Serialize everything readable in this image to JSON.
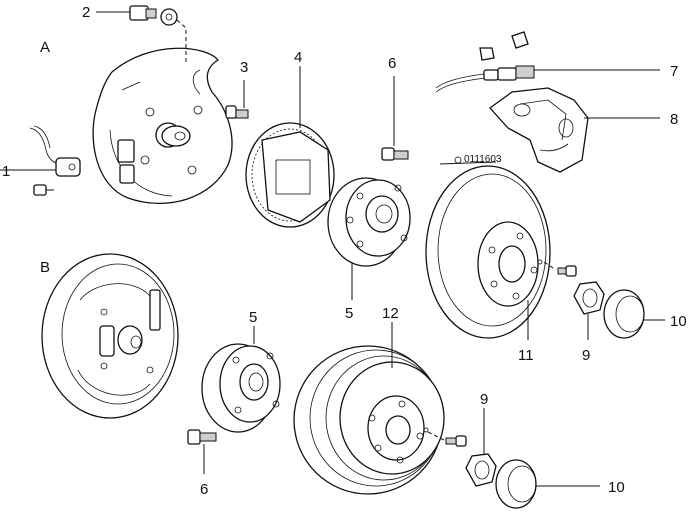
{
  "sections": {
    "a": "A",
    "b": "B"
  },
  "callouts": {
    "c1": "1",
    "c2": "2",
    "c3": "3",
    "c4": "4",
    "c5a": "5",
    "c5b": "5",
    "c6a": "6",
    "c6b": "6",
    "c7": "7",
    "c8": "8",
    "c9a": "9",
    "c9b": "9",
    "c10a": "10",
    "c10b": "10",
    "c11": "11",
    "c12": "12"
  },
  "figure_code": "0111603"
}
